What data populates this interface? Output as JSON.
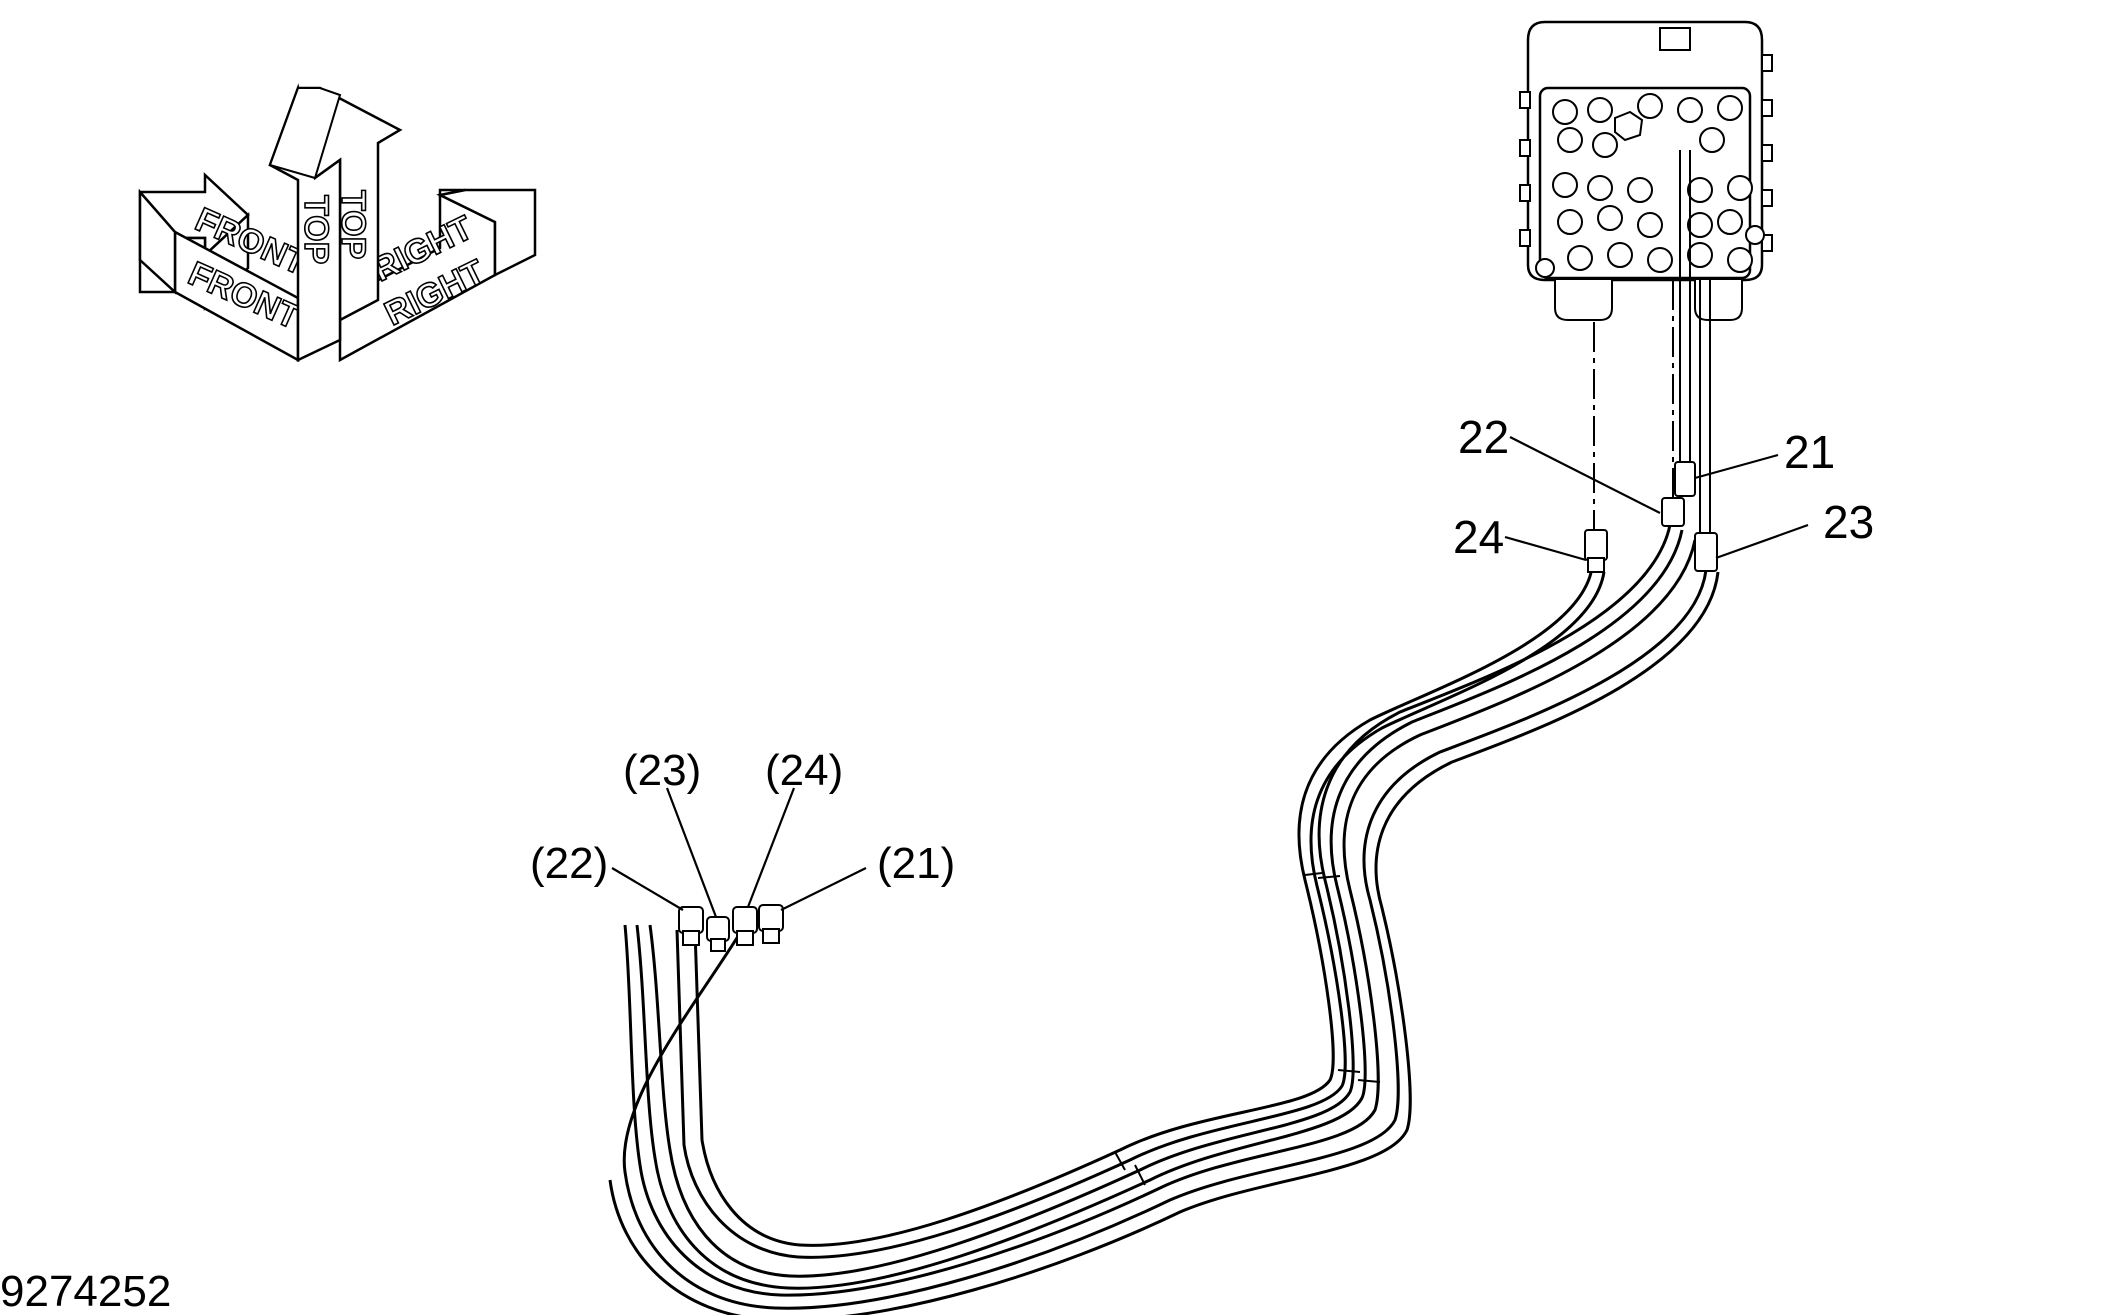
{
  "orientation_symbol": {
    "top_label": "TOP",
    "front_label": "FRONT",
    "right_label": "RIGHT"
  },
  "callouts_valve": [
    {
      "id": "c22",
      "text": "22"
    },
    {
      "id": "c21",
      "text": "21"
    },
    {
      "id": "c24",
      "text": "24"
    },
    {
      "id": "c23",
      "text": "23"
    }
  ],
  "callouts_ends": [
    {
      "id": "e23",
      "text": "(23)"
    },
    {
      "id": "e24",
      "text": "(24)"
    },
    {
      "id": "e22",
      "text": "(22)"
    },
    {
      "id": "e21",
      "text": "(21)"
    }
  ],
  "figure_number": "9274252",
  "colors": {
    "line": "#000000",
    "background": "#ffffff"
  }
}
